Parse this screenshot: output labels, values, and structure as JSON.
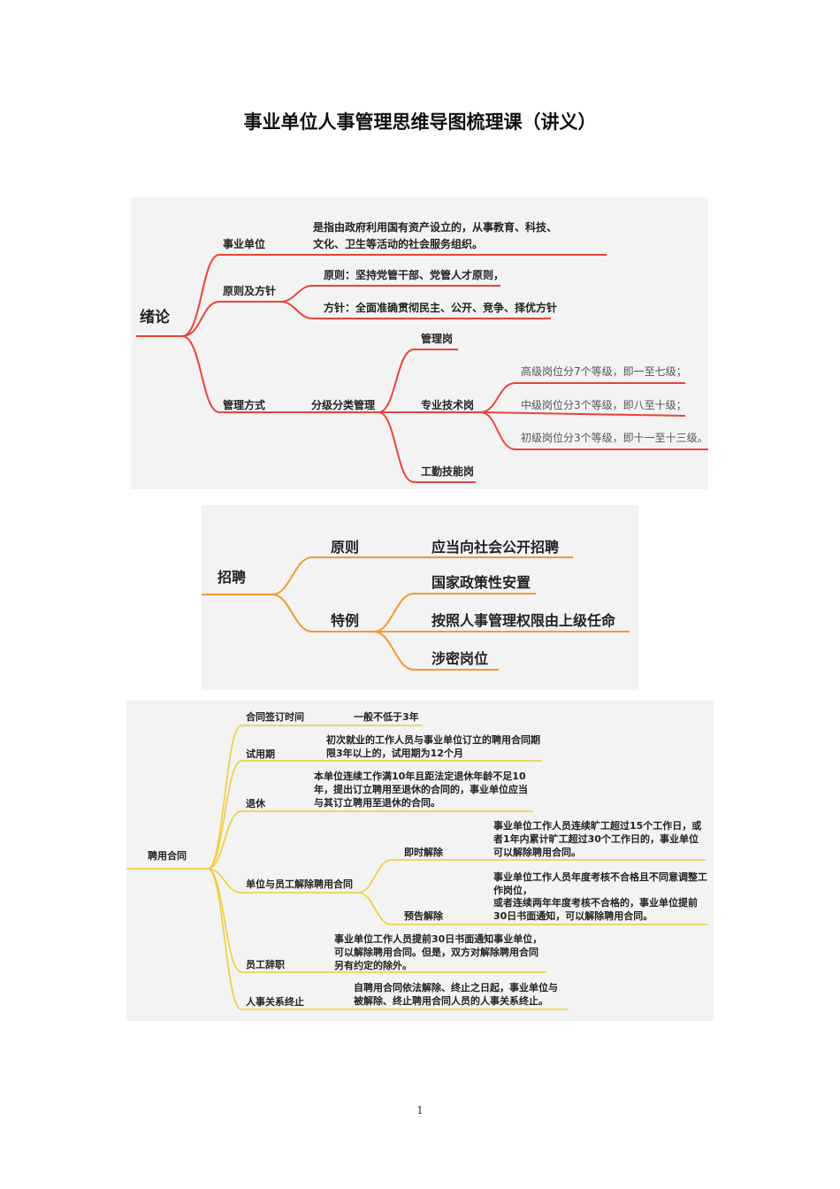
{
  "title": "事业单位人事管理思维导图梳理课（讲义）",
  "page_number": "1",
  "colors": {
    "intro": "#e8453c",
    "recruit": "#f29a2e",
    "contract": "#f0cc3a"
  },
  "map1": {
    "root": "绪论",
    "unit": {
      "label": "事业单位",
      "desc_line1": "是指由政府利用国有资产设立的，从事教育、科技、",
      "desc_line2": "文化、卫生等活动的社会服务组织。"
    },
    "principle": {
      "label": "原则及方针",
      "principle": "原则：坚持党管干部、党管人才原则，",
      "policy": "方针：全面准确贯彻民主、公开、竞争、择优方针"
    },
    "management": {
      "label": "管理方式",
      "sub": "分级分类管理",
      "post_manage": "管理岗",
      "post_tech": "专业技术岗",
      "post_work": "工勤技能岗",
      "tech_levels": [
        "高级岗位分7个等级，即一至七级；",
        "中级岗位分3个等级，即八至十级；",
        "初级岗位分3个等级，即十一至十三级。"
      ]
    }
  },
  "map2": {
    "root": "招聘",
    "principle": {
      "label": "原则",
      "value": "应当向社会公开招聘"
    },
    "exception": {
      "label": "特例",
      "items": [
        "国家政策性安置",
        "按照人事管理权限由上级任命",
        "涉密岗位"
      ]
    }
  },
  "map3": {
    "root": "聘用合同",
    "sign": {
      "label": "合同签订时间",
      "value": "一般不低于3年"
    },
    "probation": {
      "label": "试用期",
      "value": "初次就业的工作人员与事业单位订立的聘用合同期限3年以上的，试用期为12个月"
    },
    "retire": {
      "label": "退休",
      "value": "本单位连续工作满10年且距法定退休年龄不足10年，提出订立聘用至退休的合同的，事业单位应当与其订立聘用至退休的合同。"
    },
    "dismiss": {
      "label": "单位与员工解除聘用合同",
      "immediate": {
        "label": "即时解除",
        "value": "事业单位工作人员连续旷工超过15个工作日，或者1年内累计旷工超过30个工作日的，事业单位可以解除聘用合同。"
      },
      "notice": {
        "label": "预告解除",
        "value_line1": "事业单位工作人员年度考核不合格且不同意调整工作岗位，",
        "value_line2": "或者连续两年年度考核不合格的，事业单位提前30日书面通知，可以解除聘用合同。"
      }
    },
    "resign": {
      "label": "员工辞职",
      "value": "事业单位工作人员提前30日书面通知事业单位，可以解除聘用合同。但是，双方对解除聘用合同另有约定的除外。"
    },
    "end": {
      "label": "人事关系终止",
      "value": "自聘用合同依法解除、终止之日起，事业单位与被解除、终止聘用合同人员的人事关系终止。"
    }
  }
}
